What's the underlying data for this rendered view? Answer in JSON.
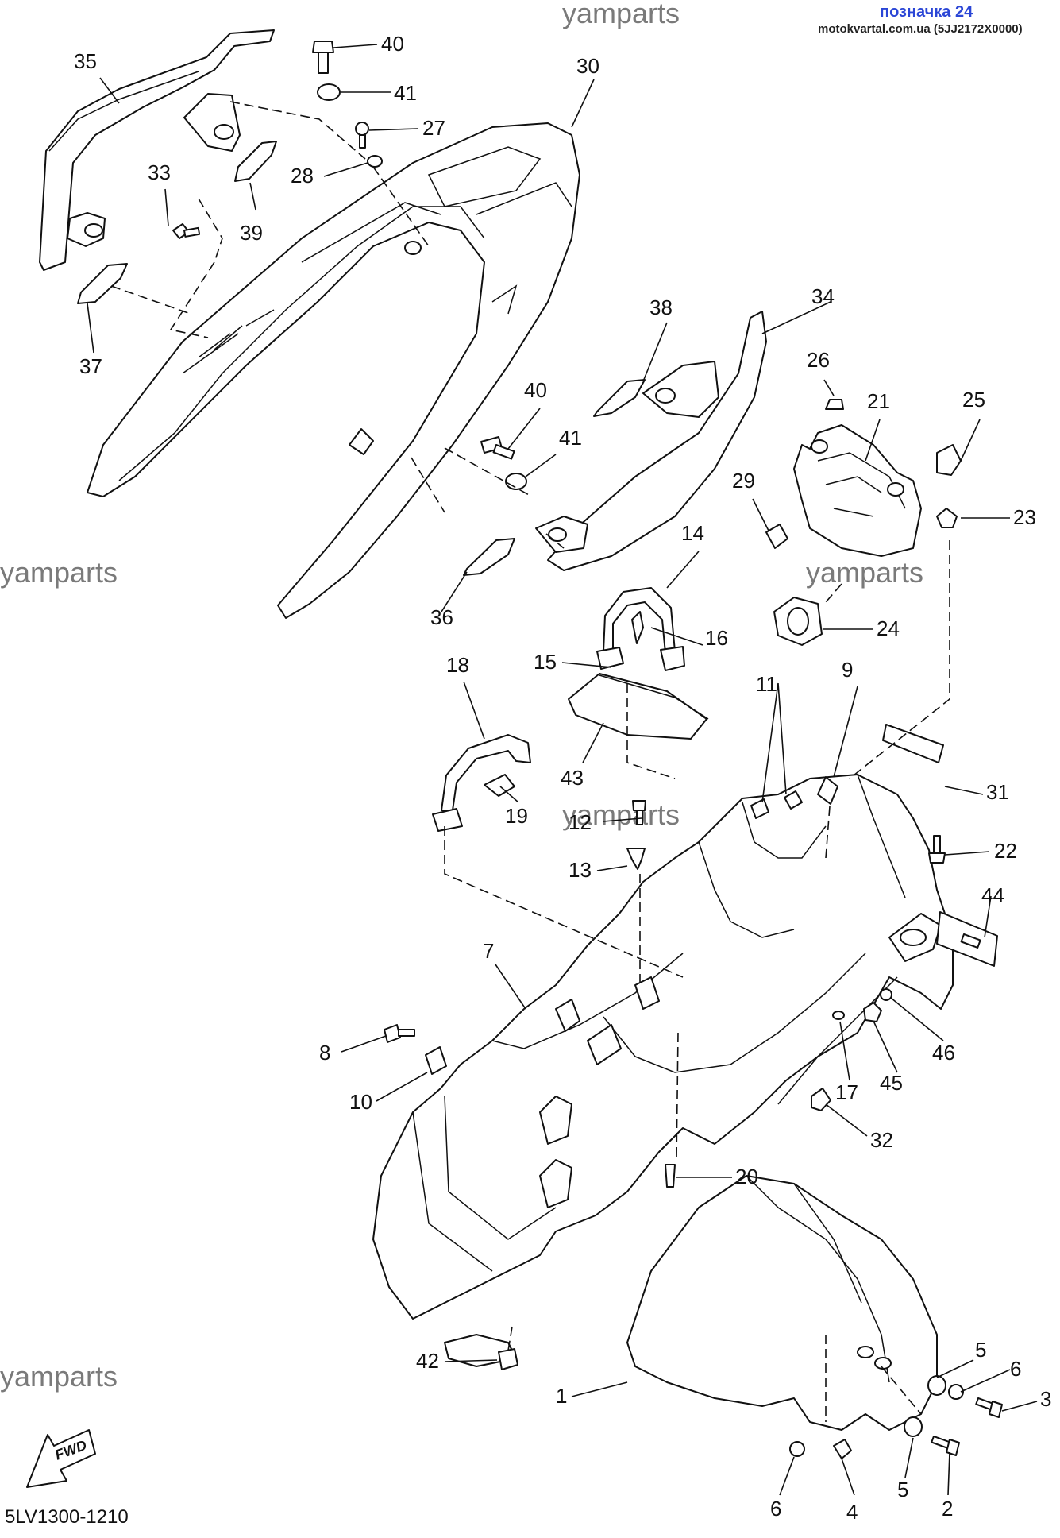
{
  "header": {
    "title": "позначка 24",
    "subtitle": "motokvartal.com.ua (5JJ2172X0000)"
  },
  "watermark": "yamparts",
  "fwd_badge": "FWD",
  "diagram_code": "5LV1300-1210",
  "callouts": [
    "1",
    "2",
    "3",
    "4",
    "5",
    "5",
    "6",
    "6",
    "7",
    "8",
    "9",
    "10",
    "11",
    "12",
    "13",
    "14",
    "15",
    "16",
    "17",
    "18",
    "19",
    "20",
    "21",
    "22",
    "23",
    "24",
    "25",
    "26",
    "27",
    "28",
    "29",
    "30",
    "31",
    "32",
    "33",
    "34",
    "35",
    "36",
    "37",
    "38",
    "39",
    "40",
    "40",
    "41",
    "41",
    "42",
    "43",
    "44",
    "45",
    "46"
  ],
  "colors": {
    "header_title": "#2b46d6",
    "watermark": "#7a7a7a",
    "lines": "#111111"
  }
}
